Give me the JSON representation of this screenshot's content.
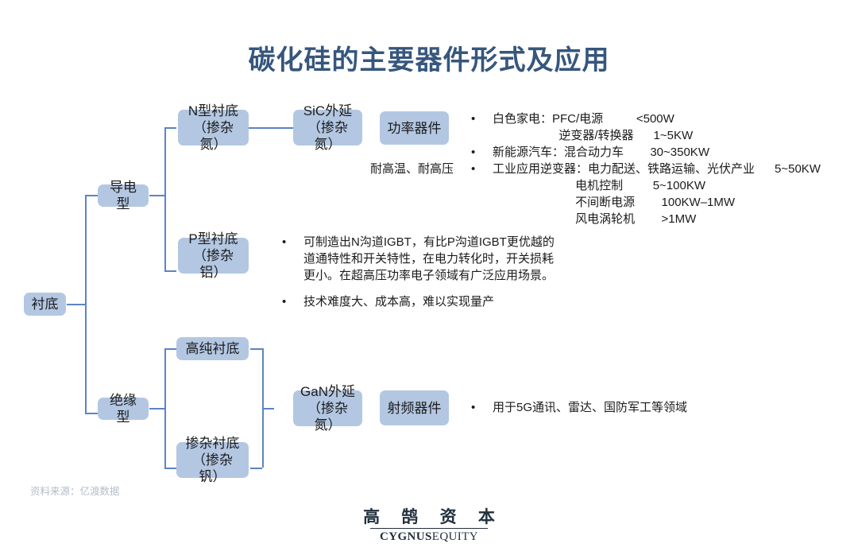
{
  "title": "碳化硅的主要器件形式及应用",
  "colors": {
    "title": "#36567d",
    "node_fill": "#b3c7e2",
    "connector": "#5b84c4",
    "text": "#1b1b1b",
    "source": "#b6bdc6",
    "logo": "#22303f"
  },
  "nodes": {
    "root": "衬底",
    "conductive": "导电型",
    "insulating": "绝缘型",
    "n_substrate": "N型衬底\n（掺杂氮）",
    "p_substrate": "P型衬底\n（掺杂铝）",
    "sic_epi": "SiC外延\n（掺杂氮）",
    "power_device": "功率器件",
    "high_purity_substrate": "高纯衬底",
    "doped_substrate": "掺杂衬底\n（掺杂钒）",
    "gan_epi": "GaN外延\n（掺杂氮）",
    "rf_device": "射频器件"
  },
  "notes": {
    "power_device_note": "耐高温、耐高压"
  },
  "power_bullets": [
    {
      "bullet": "•",
      "lines": [
        "白色家电：PFC/电源          <500W",
        "                    逆变器/转换器      1~5KW"
      ]
    },
    {
      "bullet": "•",
      "lines": [
        "新能源汽车：混合动力车        30~350KW"
      ]
    },
    {
      "bullet": "•",
      "lines": [
        "工业应用逆变器：电力配送、铁路运输、光伏产业      5~50KW",
        "                         电机控制         5~100KW",
        "                         不间断电源        100KW–1MW",
        "                         风电涡轮机        >1MW"
      ]
    }
  ],
  "p_substrate_bullets": [
    {
      "bullet": "•",
      "lines": [
        "可制造出N沟道IGBT，有比P沟道IGBT更优越的",
        "道通特性和开关特性，在电力转化时，开关损耗",
        "更小。在超高压功率电子领域有广泛应用场景。"
      ]
    },
    {
      "bullet": "•",
      "lines": [
        "技术难度大、成本高，难以实现量产"
      ]
    }
  ],
  "rf_bullets": [
    {
      "bullet": "•",
      "lines": [
        "用于5G通讯、雷达、国防军工等领域"
      ]
    }
  ],
  "source": "资料来源：亿渡数据",
  "logo": {
    "cn": "高 鹄 资 本",
    "en_bold": "CYGNUS",
    "en_light": "EQUITY"
  }
}
